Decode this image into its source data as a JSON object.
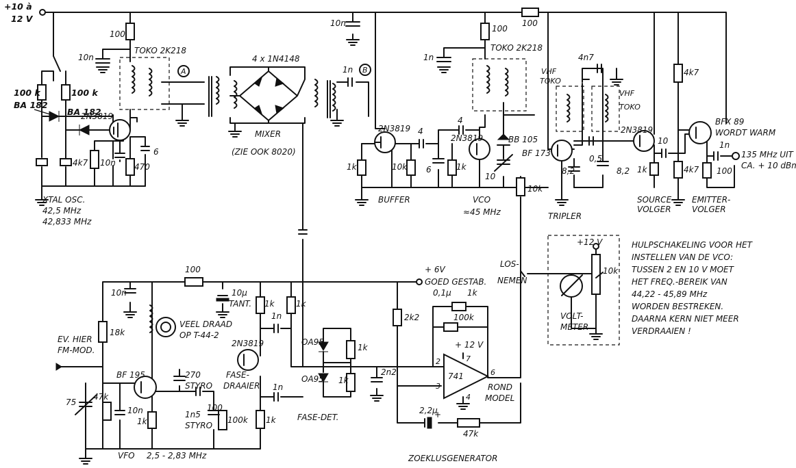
{
  "supply": {
    "main": "+10 à",
    "main2": "12 V",
    "six_v": "+ 6V",
    "six_v_note": "GOED GESTAB.",
    "opamp_v": "+ 12 V",
    "meter_v": "+12 V"
  },
  "xtal": {
    "r_top": "100",
    "c_top": "10n",
    "coil": "TOKO 2K218",
    "r1": "100 k",
    "r2": "100 k",
    "d1": "BA 182",
    "d2": "BA 182",
    "fet": "2N3819",
    "r_src": "4k7",
    "c_src": "10n",
    "r_470": "470",
    "c6": "6",
    "title": "XTAL OSC.",
    "f1": "42,5 MHz",
    "f2": "42,833 MHz"
  },
  "points": {
    "a": "A",
    "b": "B"
  },
  "mixer": {
    "diodes": "4 x 1N4148",
    "title": "MIXER",
    "note": "(ZIE OOK 8020)"
  },
  "buffer": {
    "c_top": "10n",
    "c_link": "1n",
    "fet": "2N3819",
    "r": "1k",
    "c": "4",
    "title": "BUFFER"
  },
  "vco": {
    "r_top": "100",
    "c_top": "1n",
    "coil": "TOKO 2K218",
    "fet": "2N3819",
    "r_gate": "10k",
    "c6": "6",
    "r_src": "1k",
    "c4": "4",
    "varicap": "BB 105",
    "trim": "10",
    "r_ctrl": "10k",
    "title": "VCO",
    "freq": "≈45 MHz"
  },
  "tripler": {
    "r_series": "100",
    "c_top": "4n7",
    "coil1": "VHF",
    "coil1b": "TOKO",
    "coil2": "VHF",
    "coil2b": "TOKO",
    "transistor": "BF 173",
    "c05": "0,5",
    "c82a": "8,2",
    "c82b": "8,2",
    "title": "TRIPLER"
  },
  "source_follower": {
    "fet": "2N3819",
    "c": "10",
    "r": "1k",
    "title1": "SOURCE-",
    "title2": "VOLGER"
  },
  "emitter_follower": {
    "r_top": "4k7",
    "r_bot": "4k7",
    "transistor": "BFX 89",
    "note": "WORDT WARM",
    "c_out": "1n",
    "r_e": "100",
    "out1": "135 MHz UIT",
    "out2": "CA. + 10 dBm",
    "title1": "EMITTER-",
    "title2": "VOLGER"
  },
  "meter_box": {
    "pot": "10k",
    "title1": "VOLT-",
    "title2": "METER",
    "switch1": "LOS-",
    "switch2": "NEMEN",
    "note": [
      "HULPSCHAKELING VOOR HET",
      "INSTELLEN VAN DE VCO:",
      "TUSSEN 2 EN 10 V MOET",
      "HET FREQ.-BEREIK VAN",
      "44,22 - 45,89 MHz",
      "WORDEN BESTREKEN.",
      "DAARNA KERN NIET MEER",
      "VERDRAAIEN !"
    ]
  },
  "vfo": {
    "r_feed": "100",
    "c_dec": "10n",
    "c_el": "10μ",
    "c_el_note": "TANT.",
    "coil1": "VEEL DRAAD",
    "coil2": "OP T-44-2",
    "r18": "18k",
    "fm1": "EV. HIER",
    "fm2": "FM-MOD.",
    "transistor": "BF 195",
    "c270": "270",
    "c270_note": "STYRO",
    "c100": "100",
    "c1n5": "1n5",
    "c1n5_note": "STYRO",
    "trim": "75",
    "r47": "47k",
    "c10n": "10n",
    "r1k": "1k",
    "title": "VFO",
    "freq": "2,5 - 2,83 MHz"
  },
  "phase": {
    "fet": "2N3819",
    "title1": "FASE-",
    "title2": "DRAAIER",
    "r1": "1k",
    "r2": "1k",
    "c1": "1n",
    "c2": "1n",
    "r100k": "100k",
    "r_src": "1k",
    "d1": "OA95",
    "d2": "OA95",
    "r3": "1k",
    "r4": "1k",
    "c2n2": "2n2",
    "det": "FASE-DET."
  },
  "search": {
    "r2k2": "2k2",
    "c01": "0,1μ",
    "r1k": "1k",
    "r100k": "100k",
    "opamp": "741",
    "pin7": "7",
    "pin2": "2",
    "pin3": "3",
    "pin4": "4",
    "pin6": "6",
    "model1": "ROND",
    "model2": "MODEL",
    "c22": "2,2μ",
    "plus": "+",
    "r47k": "47k",
    "title": "ZOEKLUSGENERATOR"
  }
}
